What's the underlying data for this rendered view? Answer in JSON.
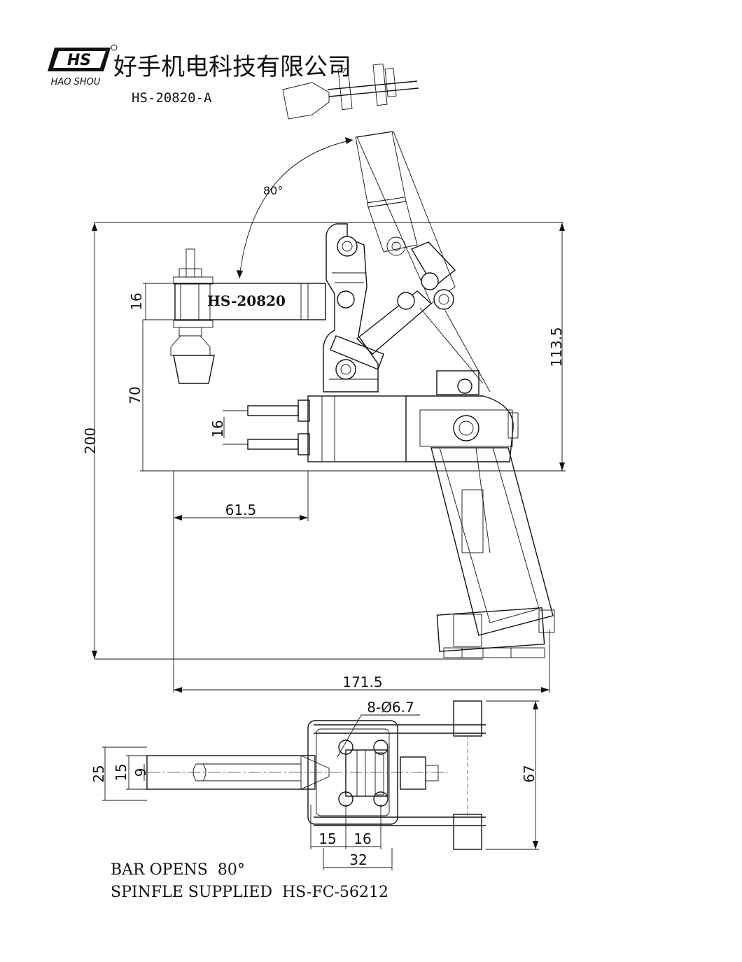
{
  "header": {
    "brand_mark": "HS",
    "brand_name": "HAO SHOU",
    "company": "好手机电科技有限公司",
    "model_code": "HS-20820-A"
  },
  "drawing": {
    "bar_label": "HS-20820",
    "angle": "80°",
    "dimensions": {
      "d16_bar": "16",
      "d70": "70",
      "d200": "200",
      "d113_5": "113.5",
      "d16_mount": "16",
      "d61_5": "61.5",
      "d171_5": "171.5",
      "d8_holes": "8-Ø6.7",
      "d25": "25",
      "d15_v": "15",
      "d9": "9",
      "d67": "67",
      "d15_h": "15",
      "d16_h": "16",
      "d32": "32"
    }
  },
  "notes": {
    "line1": "BAR OPENS  80°",
    "line2": "SPINFLE SUPPLIED  HS-FC-56212"
  }
}
